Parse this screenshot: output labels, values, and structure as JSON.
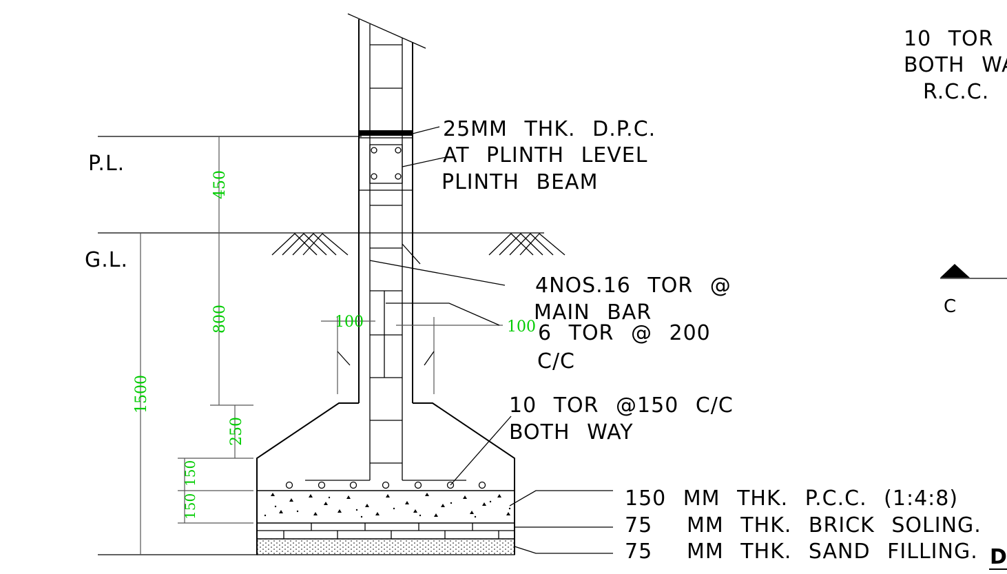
{
  "colors": {
    "line": "#000000",
    "dimension": "#00cc00",
    "dimension_line": "#555555",
    "background": "#ffffff"
  },
  "labels": {
    "pl": "P.L.",
    "gl": "G.L.",
    "dpc_1": "25MM  THK.  D.P.C.",
    "dpc_2": "AT  PLINTH  LEVEL",
    "plinth_beam": "PLINTH  BEAM",
    "main_bar_1": "4NOS.16  TOR  @",
    "main_bar_2": "MAIN  BAR",
    "stirrup_1": "6  TOR  @  200",
    "stirrup_2": "C/C",
    "footing_bar_1": "10  TOR  @150  C/C",
    "footing_bar_2": "BOTH  WAY",
    "pcc": "150  MM  THK.  P.C.C.  (1:4:8)",
    "brick_num": "75",
    "brick_text": "MM  THK.  BRICK  SOLING.",
    "sand_num": "75",
    "sand_text": "MM  THK.  SAND  FILLING.",
    "right_1": "10  TOR",
    "right_2": "BOTH  WA",
    "right_3": "R.C.C.",
    "section_c": "C",
    "title_partial": "D"
  },
  "dimensions": {
    "d450": "450",
    "d800": "800",
    "d1500": "1500",
    "d250": "250",
    "d150a": "150",
    "d150b": "150",
    "d100_left": "100",
    "d100_right": "100"
  }
}
